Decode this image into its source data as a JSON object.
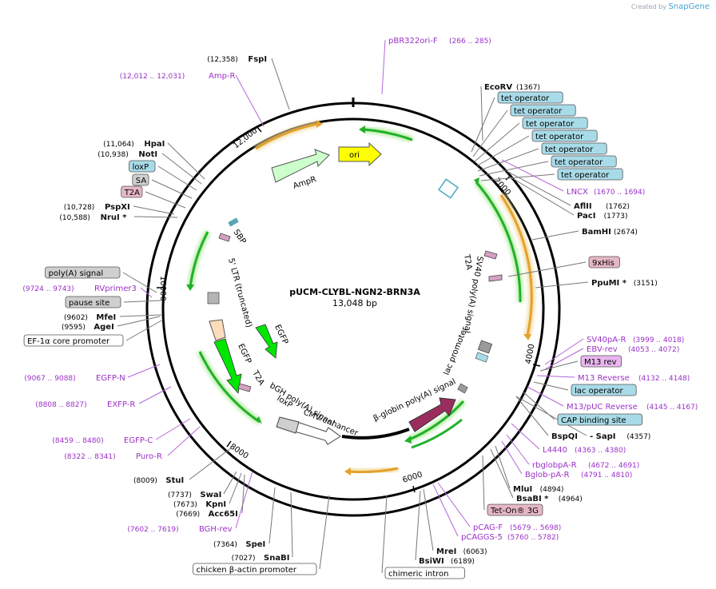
{
  "credit": "Created by",
  "brand": "SnapGene",
  "plasmid": {
    "name": "pUCM-CLYBL-NGN2-BRN3A",
    "size": "13,048 bp"
  },
  "ticks": [
    "2000",
    "4000",
    "6000",
    "8000",
    "10000",
    "12,000"
  ],
  "colors": {
    "enzyme": "#111111",
    "primer": "#9b30c7",
    "feature_blue": "#a8dbe8",
    "feature_gray": "#cfcfcf",
    "feature_pink": "#e6b7c5",
    "feature_violet": "#e9b6ef",
    "arrow_green": "#22b02a",
    "arrow_orange": "#e4a12c",
    "ori_yellow": "#ffff00",
    "ampr_green": "#ccffcc",
    "egfp": "#00e600",
    "bgh": "#9b2d5e"
  },
  "labels": [
    {
      "id": "fspi",
      "kind": "enzyme",
      "name": "FspI",
      "pos": "(12,358)"
    },
    {
      "id": "ampr_primer",
      "kind": "primer",
      "name": "Amp-R",
      "pos": "(12,012 .. 12,031)"
    },
    {
      "id": "pbr322",
      "kind": "primer",
      "name": "pBR322ori-F",
      "pos": "(266 .. 285)"
    },
    {
      "id": "ecorv",
      "kind": "enzyme",
      "name": "EcoRV",
      "pos": "(1367)"
    },
    {
      "id": "tet1",
      "kind": "box_blue",
      "name": "tet operator"
    },
    {
      "id": "tet2",
      "kind": "box_blue",
      "name": "tet operator"
    },
    {
      "id": "tet3",
      "kind": "box_blue",
      "name": "tet operator"
    },
    {
      "id": "tet4",
      "kind": "box_blue",
      "name": "tet operator"
    },
    {
      "id": "tet5",
      "kind": "box_blue",
      "name": "tet operator"
    },
    {
      "id": "tet6",
      "kind": "box_blue",
      "name": "tet operator"
    },
    {
      "id": "tet7",
      "kind": "box_blue",
      "name": "tet operator"
    },
    {
      "id": "lncx",
      "kind": "primer",
      "name": "LNCX",
      "pos": "(1670 .. 1694)"
    },
    {
      "id": "aflii",
      "kind": "enzyme",
      "name": "AflII",
      "pos": "(1762)"
    },
    {
      "id": "paci",
      "kind": "enzyme",
      "name": "PacI",
      "pos": "(1773)"
    },
    {
      "id": "bamhi",
      "kind": "enzyme",
      "name": "BamHI",
      "pos": "(2674)"
    },
    {
      "id": "his",
      "kind": "box_pink",
      "name": "9xHis"
    },
    {
      "id": "ppumi",
      "kind": "enzyme",
      "name": "PpuMI *",
      "pos": "(3151)"
    },
    {
      "id": "sv40pa",
      "kind": "primer",
      "name": "SV40pA-R",
      "pos": "(3999 .. 4018)"
    },
    {
      "id": "ebvrev",
      "kind": "primer",
      "name": "EBV-rev",
      "pos": "(4053 .. 4072)"
    },
    {
      "id": "m13rev",
      "kind": "box_violet",
      "name": "M13 rev"
    },
    {
      "id": "m13reverse",
      "kind": "primer",
      "name": "M13 Reverse",
      "pos": "(4132 .. 4148)"
    },
    {
      "id": "lacop",
      "kind": "box_blue",
      "name": "lac operator"
    },
    {
      "id": "m13puc",
      "kind": "primer",
      "name": "M13/pUC Reverse",
      "pos": "(4145 .. 4167)"
    },
    {
      "id": "cap",
      "kind": "box_blue",
      "name": "CAP binding site"
    },
    {
      "id": "bspqi",
      "kind": "enzyme",
      "name": "BspQI",
      "pos": ""
    },
    {
      "id": "sapi",
      "kind": "enzyme",
      "name": "- SapI",
      "pos": "(4357)"
    },
    {
      "id": "l4440",
      "kind": "primer",
      "name": "L4440",
      "pos": "(4363 .. 4380)"
    },
    {
      "id": "rbglob",
      "kind": "primer",
      "name": "rbglobpA-R",
      "pos": "(4672 .. 4691)"
    },
    {
      "id": "bglob",
      "kind": "primer",
      "name": "Bglob-pA-R",
      "pos": "(4791 .. 4810)"
    },
    {
      "id": "mlui",
      "kind": "enzyme",
      "name": "MluI",
      "pos": "(4894)"
    },
    {
      "id": "bsabi",
      "kind": "enzyme",
      "name": "BsaBI *",
      "pos": "(4964)"
    },
    {
      "id": "teton",
      "kind": "box_pink",
      "name": "Tet-On® 3G"
    },
    {
      "id": "pcagf",
      "kind": "primer",
      "name": "pCAG-F",
      "pos": "(5679 .. 5698)"
    },
    {
      "id": "pcaggs",
      "kind": "primer",
      "name": "pCAGGS-5",
      "pos": "(5760 .. 5782)"
    },
    {
      "id": "mrei",
      "kind": "enzyme",
      "name": "MreI",
      "pos": "(6063)"
    },
    {
      "id": "bsiwi",
      "kind": "enzyme",
      "name": "BsiWI",
      "pos": "(6189)"
    },
    {
      "id": "chim",
      "kind": "box_white",
      "name": "chimeric intron"
    },
    {
      "id": "cbap",
      "kind": "box_white",
      "name": "chicken β-actin promoter"
    },
    {
      "id": "snabi",
      "kind": "enzyme",
      "name": "SnaBI",
      "pos": "(7027)"
    },
    {
      "id": "spei",
      "kind": "enzyme",
      "name": "SpeI",
      "pos": "(7364)"
    },
    {
      "id": "bghrev",
      "kind": "primer",
      "name": "BGH-rev",
      "pos": "(7602 .. 7619)"
    },
    {
      "id": "acc65i",
      "kind": "enzyme",
      "name": "Acc65I",
      "pos": "(7669)"
    },
    {
      "id": "kpni",
      "kind": "enzyme",
      "name": "KpnI",
      "pos": "(7673)"
    },
    {
      "id": "swai",
      "kind": "enzyme",
      "name": "SwaI",
      "pos": "(7737)"
    },
    {
      "id": "stui",
      "kind": "enzyme",
      "name": "StuI",
      "pos": "(8009)"
    },
    {
      "id": "puror",
      "kind": "primer",
      "name": "Puro-R",
      "pos": "(8322 .. 8341)"
    },
    {
      "id": "egfpc",
      "kind": "primer",
      "name": "EGFP-C",
      "pos": "(8459 .. 8480)"
    },
    {
      "id": "exfpr",
      "kind": "primer",
      "name": "EXFP-R",
      "pos": "(8808 .. 8827)"
    },
    {
      "id": "egfpn",
      "kind": "primer",
      "name": "EGFP-N",
      "pos": "(9067 .. 9088)"
    },
    {
      "id": "ef1a",
      "kind": "box_white",
      "name": "EF-1α core promoter"
    },
    {
      "id": "agei",
      "kind": "enzyme",
      "name": "AgeI",
      "pos": "(9595)"
    },
    {
      "id": "mfei",
      "kind": "enzyme",
      "name": "MfeI",
      "pos": "(9602)"
    },
    {
      "id": "pause",
      "kind": "box_gray",
      "name": "pause site"
    },
    {
      "id": "rvprimer3",
      "kind": "primer",
      "name": "RVprimer3",
      "pos": "(9724 .. 9743)"
    },
    {
      "id": "polya",
      "kind": "box_gray",
      "name": "poly(A) signal"
    },
    {
      "id": "nrui",
      "kind": "enzyme",
      "name": "NruI *",
      "pos": "(10,588)"
    },
    {
      "id": "pspxi",
      "kind": "enzyme",
      "name": "PspXI",
      "pos": "(10,728)"
    },
    {
      "id": "t2a_box",
      "kind": "box_pink",
      "name": "T2A"
    },
    {
      "id": "sa",
      "kind": "box_gray",
      "name": "SA"
    },
    {
      "id": "loxp_box",
      "kind": "box_blue",
      "name": "loxP"
    },
    {
      "id": "noti",
      "kind": "enzyme",
      "name": "NotI",
      "pos": "(10,938)"
    },
    {
      "id": "hpai",
      "kind": "enzyme",
      "name": "HpaI",
      "pos": "(11,064)"
    }
  ],
  "inner_labels": {
    "ori": "ori",
    "ampr": "AmpR",
    "sbp": "SBP",
    "ltr": "5' LTR (truncated)",
    "egfp_a": "EGFP",
    "egfp_b": "EGFP",
    "t2a_a": "T2A",
    "t2a_b": "T2A",
    "sv40": "SV40 poly(A) signal",
    "lacprom": "lac promoter",
    "bgh": "bGH poly(A) signal",
    "loxp": "loxP",
    "cmv": "CMV enhancer",
    "bglobin": "β-globin poly(A) signal"
  }
}
